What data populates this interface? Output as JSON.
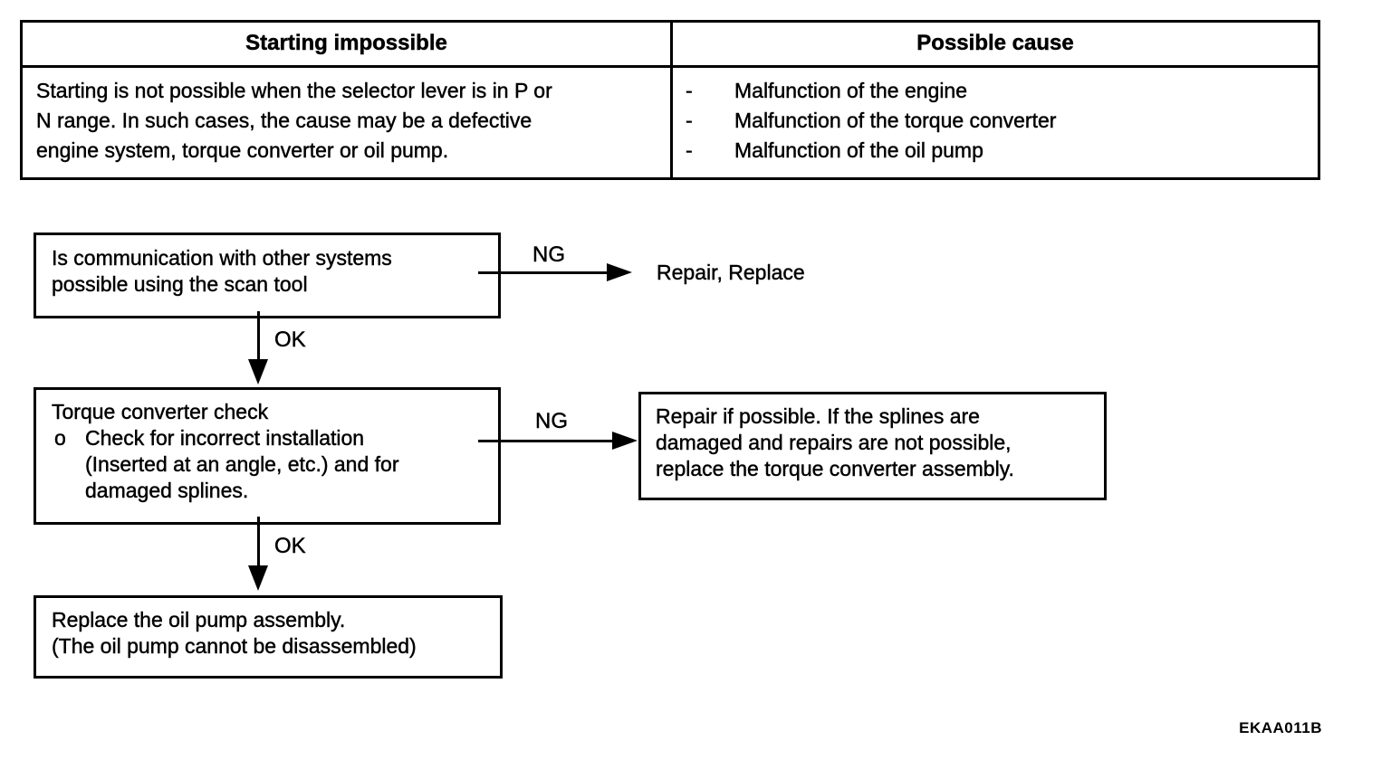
{
  "colors": {
    "ink": "#000000",
    "paper": "#ffffff"
  },
  "symptom_table": {
    "columns": [
      {
        "header": "Starting impossible"
      },
      {
        "header": "Possible cause"
      }
    ],
    "description_lines": [
      "Starting is not possible when the selector lever is in P or",
      "N range.  In such cases, the cause may be a defective",
      "engine system, torque converter or oil pump."
    ],
    "causes": [
      {
        "bullet": "-",
        "text": "Malfunction of the engine"
      },
      {
        "bullet": "-",
        "text": "Malfunction of the torque converter"
      },
      {
        "bullet": "-",
        "text": "Malfunction of the oil pump"
      }
    ]
  },
  "flowchart": {
    "scan_tool_box": {
      "lines": [
        "Is communication with other systems",
        "possible using the scan tool"
      ]
    },
    "ng1": {
      "label": "NG",
      "result": "Repair, Replace"
    },
    "ok1": {
      "label": "OK"
    },
    "torque_converter_box": {
      "title": "Torque converter check",
      "bullet": "o",
      "item_lines": [
        "Check for incorrect installation",
        "(Inserted at an angle, etc.) and for",
        "damaged splines."
      ]
    },
    "ng2": {
      "label": "NG"
    },
    "repair_splines_box": {
      "lines": [
        "Repair if possible. If the splines are",
        "damaged and repairs are not possible,",
        "replace the torque converter assembly."
      ]
    },
    "ok2": {
      "label": "OK"
    },
    "oil_pump_box": {
      "lines": [
        "Replace the oil pump assembly.",
        "(The oil pump cannot be disassembled)"
      ]
    }
  },
  "page": {
    "reference_code": "EKAA011B"
  }
}
